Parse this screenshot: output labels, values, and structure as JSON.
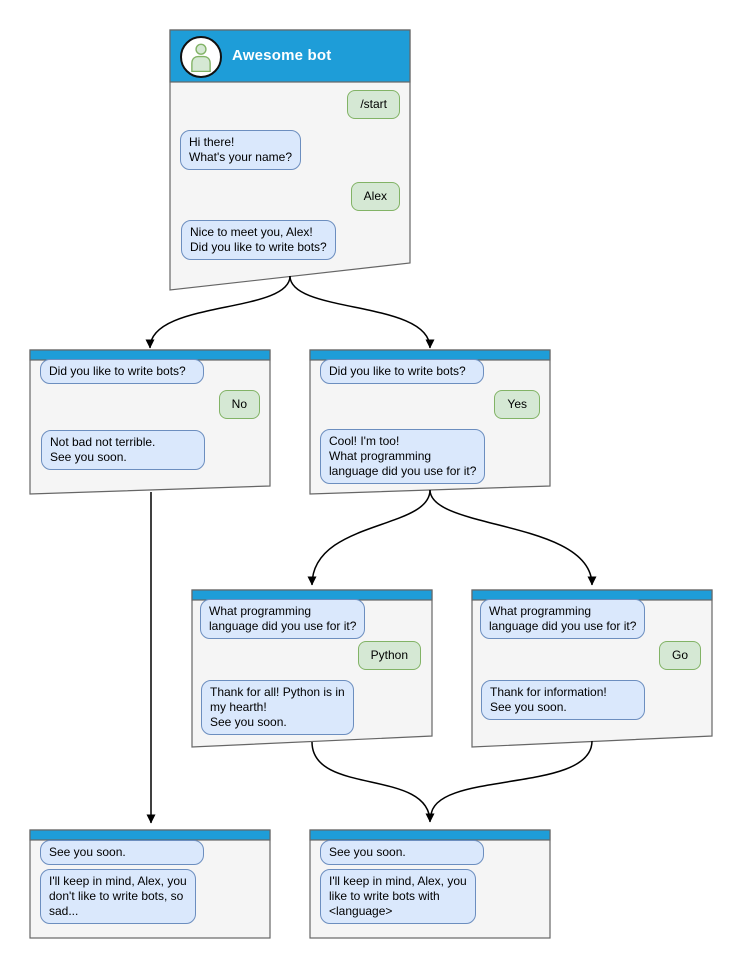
{
  "main_window": {
    "title": "Awesome bot",
    "avatar_icon": "person",
    "user_start": "/start",
    "bot_greeting": "Hi there!\nWhat's your name?",
    "user_name": "Alex",
    "bot_question": "Nice to meet you, Alex!\nDid you like to write bots?"
  },
  "branch_no": {
    "bot_question": "Did you like to write bots?",
    "user_answer": "No",
    "bot_reply": "Not bad not terrible.\nSee you soon."
  },
  "branch_yes": {
    "bot_question": "Did you like to write bots?",
    "user_answer": "Yes",
    "bot_reply": "Cool! I'm too!\nWhat programming\nlanguage did you use for it?"
  },
  "branch_python": {
    "bot_question": "What programming\nlanguage did you use for it?",
    "user_answer": "Python",
    "bot_reply": "Thank for all! Python is in\nmy hearth!\nSee you soon."
  },
  "branch_go": {
    "bot_question": "What programming\nlanguage did you use for it?",
    "user_answer": "Go",
    "bot_reply": "Thank for information!\nSee you soon."
  },
  "end_no": {
    "bot_message": "See you soon.",
    "bot_detail": "I'll keep in mind, Alex, you\ndon't like to write bots, so\nsad..."
  },
  "end_language": {
    "bot_message": "See you soon.",
    "bot_detail": "I'll keep in mind, Alex, you\nlike to write bots with\n<language>"
  },
  "colors": {
    "header_blue": "#1e9dd8",
    "window_fill": "#f5f5f5",
    "window_border": "#666666",
    "bot_fill": "#dae8fc",
    "bot_stroke": "#6c8ebf",
    "user_fill": "#d5e8d4",
    "user_stroke": "#82b366",
    "avatar_fill": "#d5e8d4",
    "avatar_stroke": "#82b366"
  }
}
